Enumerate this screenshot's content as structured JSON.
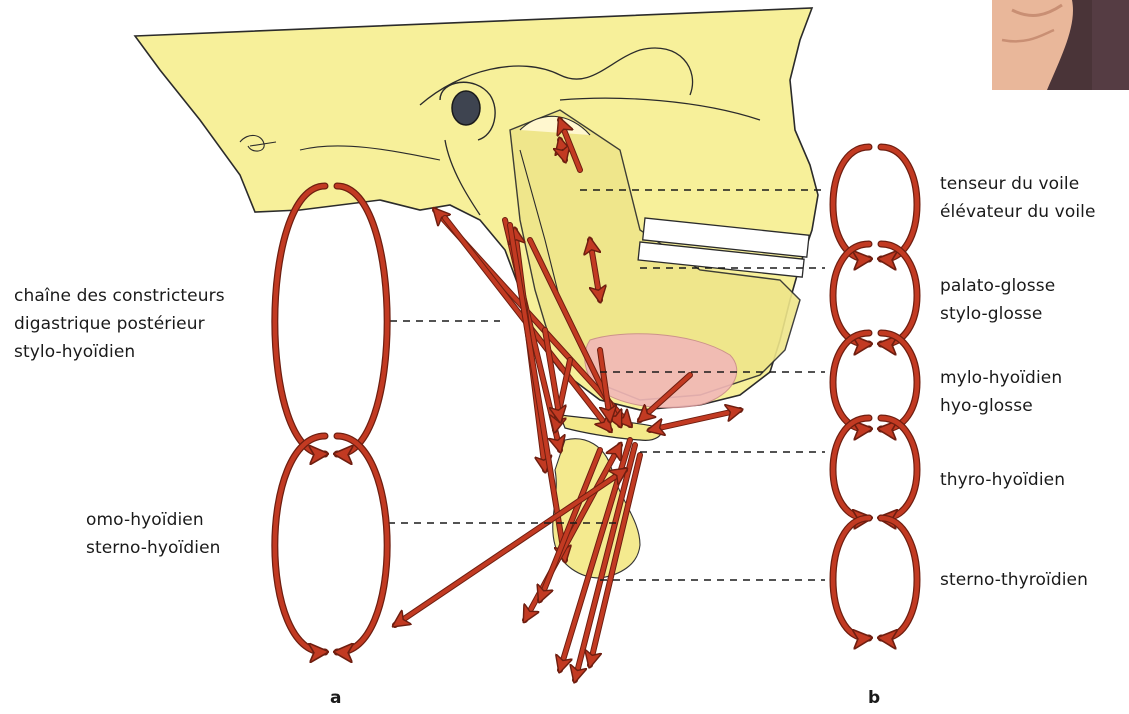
{
  "labels_left": {
    "group_1": [
      "chaîne des constricteurs",
      "digastrique postérieur",
      "stylo-hyoïdien"
    ],
    "group_2": [
      "omo-hyoïdien",
      "sterno-hyoïdien"
    ]
  },
  "labels_right": {
    "group_1": [
      "tenseur du voile",
      "élévateur du voile"
    ],
    "group_2": [
      "palato-glosse",
      "stylo-glosse"
    ],
    "group_3": [
      "mylo-hyoïdien",
      "hyo-glosse"
    ],
    "group_4": [
      "thyro-hyoïdien"
    ],
    "group_5": [
      "sterno-thyroïdien"
    ]
  },
  "panel_letters": {
    "a": "a",
    "b": "b"
  },
  "colors": {
    "skull_fill": "#f7f09a",
    "skull_stroke": "#2b2b2b",
    "muscle_arrow": "#c23a22",
    "arrow_outline": "#6e1e10",
    "tongue_pink": "#f2b8b8",
    "photo_skin": "#e9b79a",
    "photo_dark": "#4a3438"
  },
  "icons": [
    "muscle-chain-arrow-icon",
    "leader-line",
    "photo-thumbnail"
  ]
}
